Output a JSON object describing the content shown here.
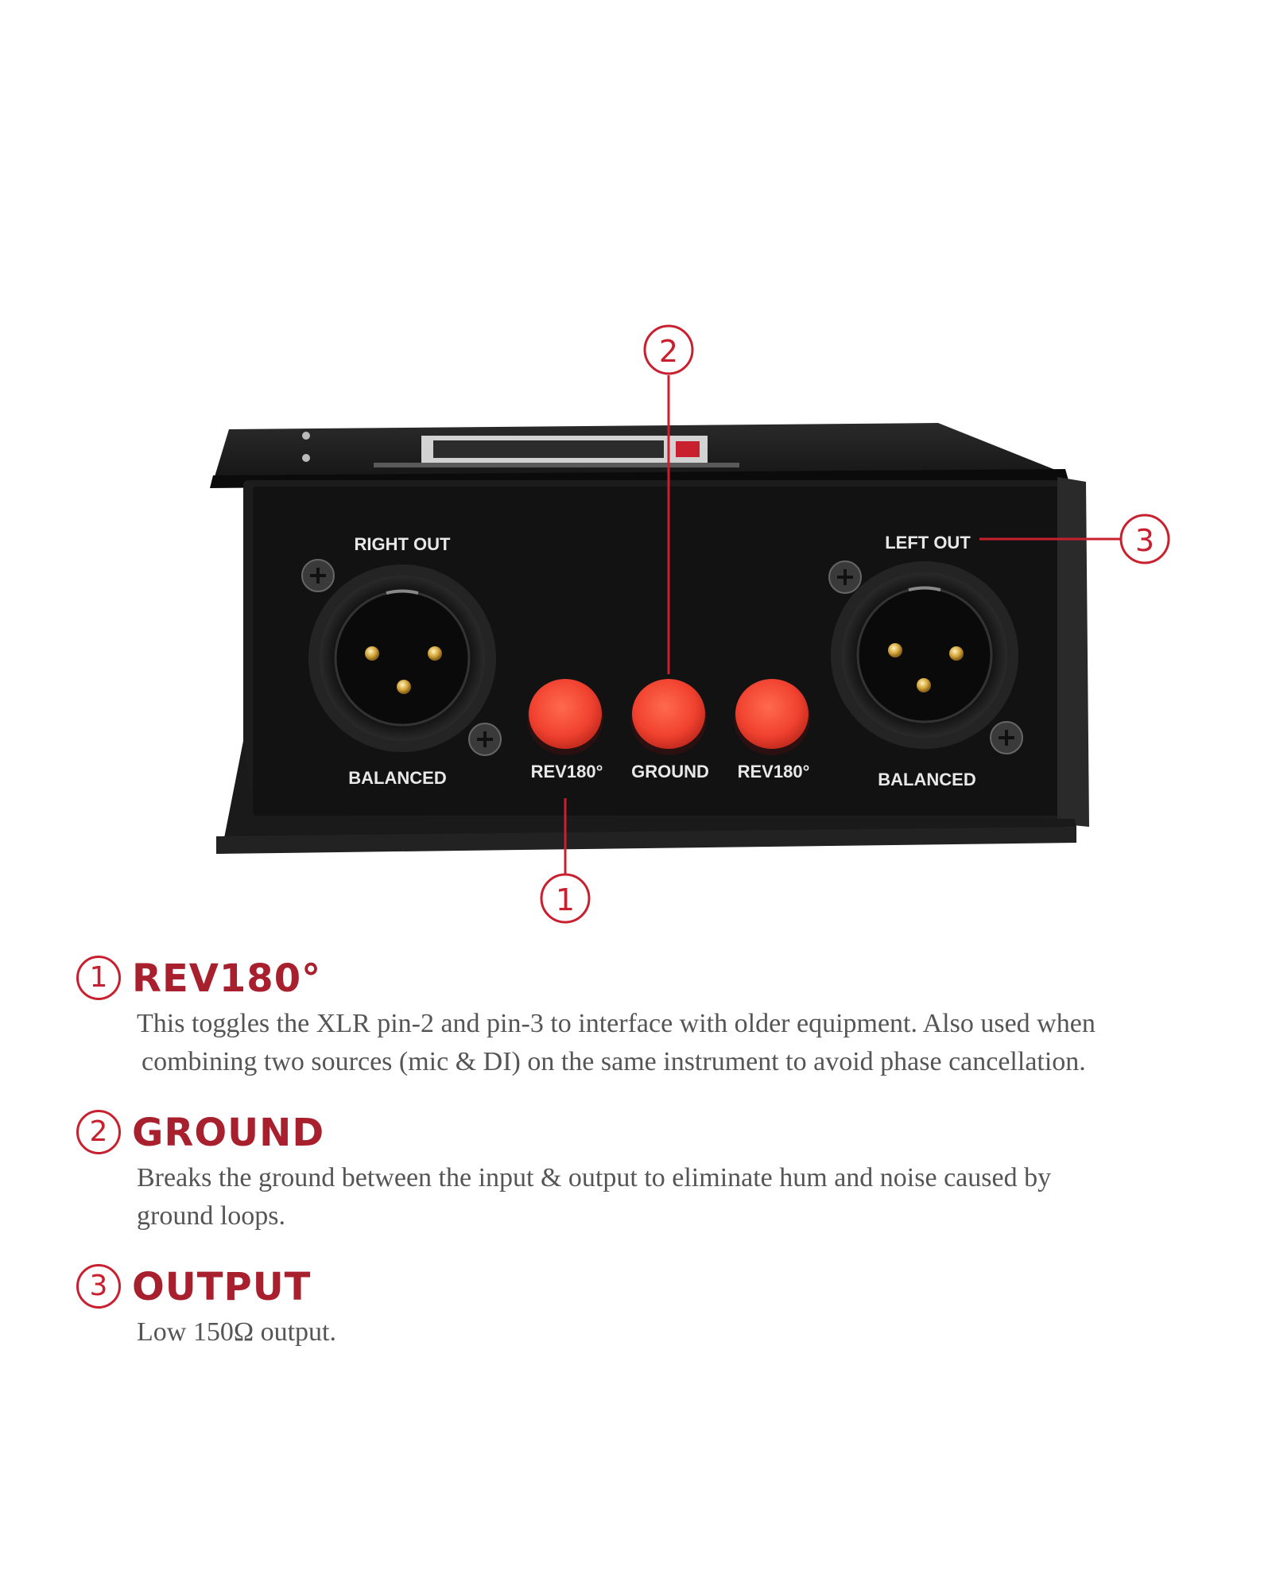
{
  "device": {
    "labels": {
      "right_out": "RIGHT OUT",
      "left_out": "LEFT OUT",
      "balanced_left_side": "BALANCED",
      "balanced_right_side": "BALANCED",
      "button1": "REV180°",
      "button2": "GROUND",
      "button3": "REV180°"
    },
    "callouts": [
      "1",
      "2",
      "3"
    ]
  },
  "features": [
    {
      "number": "1",
      "title": "REV180°",
      "lines": [
        "This toggles the XLR pin-2 and pin-3 to interface with older equipment. Also used  when",
        "combining two sources (mic & DI) on the same instrument to avoid phase cancellation."
      ]
    },
    {
      "number": "2",
      "title": "GROUND",
      "lines": [
        "Breaks the ground between the input & output to eliminate hum and noise caused by",
        "ground loops."
      ]
    },
    {
      "number": "3",
      "title": "OUTPUT",
      "lines": [
        "Low 150Ω output."
      ]
    }
  ],
  "colors": {
    "accent": "#c8202f",
    "button": "#f0412f",
    "chassis": "#141414",
    "label": "#e8e8e8",
    "body_text": "#555555"
  }
}
